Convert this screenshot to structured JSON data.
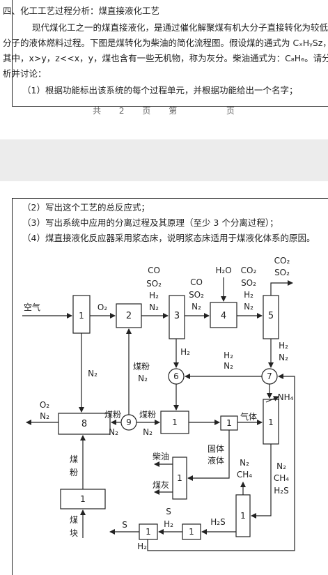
{
  "section_title": "四、化工工艺过程分析：煤直接液化工艺",
  "intro_lines": [
    "现代煤化工之一的煤直接液化，是通过催化解聚煤有机大分子直接转化为较低",
    "分子的液体燃料过程。下图是煤转化为柴油的简化流程图。假设煤的通式为 CₓHᵧSz，",
    "其中，x>y，z<<x，y，煤也含有一些无机物，称为灰分。柴油通式为：C₈H₆。请分",
    "析并讨论："
  ],
  "questions": [
    "（1）根据功能标出该系统的每个过程单元，并根据功能给出一个名字；",
    "（2）写出这个工艺的总反应式；",
    "（3）写出系统中应用的分离过程及其原理（至少 3 个分离过程）；",
    "（4）煤直接液化反应器采用浆态床，说明浆态床适用于煤液化体系的原因。"
  ],
  "footer": {
    "gong": "共",
    "total": "2",
    "ye1": "页",
    "di": "第",
    "current": "",
    "ye2": "页"
  },
  "diagram": {
    "units": {
      "u1": "1",
      "u2": "2",
      "u3": "3",
      "u4": "4",
      "u5": "5",
      "u6": "6",
      "u7": "7",
      "u8": "8",
      "u9": "9",
      "mid": "1",
      "gl": "1",
      "col": "1",
      "oil": "1",
      "crush": "1",
      "sfix": "1",
      "sbig": "1",
      "hs": "1"
    },
    "labels": {
      "air": "空气",
      "o2": "O₂",
      "s2_co": "CO",
      "s2_so2": "SO₂",
      "s2_h2": "H₂",
      "s2_n2": "N₂",
      "s3_co": "CO",
      "s3_so2": "SO₂",
      "s3_n2": "N₂",
      "h2o": "H₂O",
      "s4_co2": "CO₂",
      "s4_so2": "SO₂",
      "s4_h2": "H₂",
      "s4_n2": "N₂",
      "out_co2": "CO₂",
      "out_so2": "SO₂",
      "n2_left": "N₂",
      "coal_powder_a": "煤粉",
      "coal_powder_a_n2": "N₂",
      "h2_3": "H₂",
      "h2_mid": "H₂",
      "n2_mid": "N₂",
      "h2_5": "H₂",
      "n2_5": "N₂",
      "o2_out": "O₂",
      "n2_out": "N₂",
      "coal_powder_b": "煤粉",
      "n2_b": "N₂",
      "coal_powder_c": "煤粉",
      "n2_c": "N₂",
      "gas": "气体",
      "nh4": "NH₄",
      "solid": "固体",
      "liquid": "液体",
      "diesel": "柴油",
      "ash": "煤灰",
      "coal_vert_1": "煤",
      "coal_vert_2": "粉",
      "lump_1": "煤",
      "lump_2": "块",
      "n2_r": "N₂",
      "ch4_r": "CH₄",
      "h2s_r": "H₂S",
      "n2_c2": "N₂",
      "ch4_c2": "CH₄",
      "s_top": "S",
      "h2_top": "H₂",
      "h2s_b": "H₂S",
      "s_out": "S",
      "h2_bottom": "H₂"
    }
  }
}
